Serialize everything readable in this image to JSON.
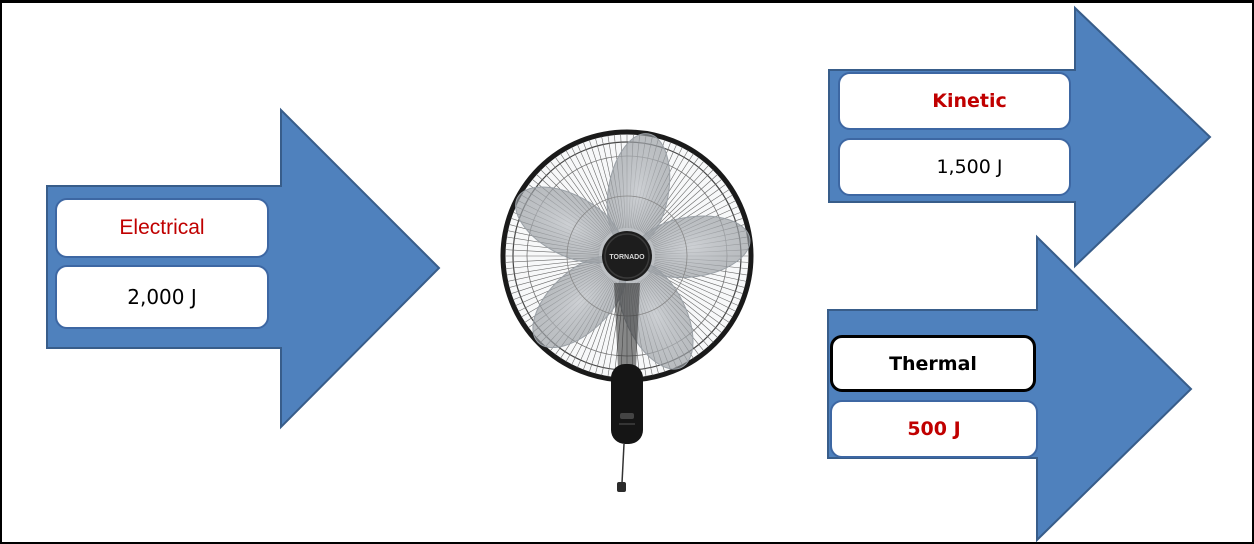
{
  "colors": {
    "arrow_fill": "#4f81bd",
    "arrow_stroke": "#385d8a",
    "red_text": "#c00000",
    "black_text": "#000000"
  },
  "input": {
    "label": "Electrical",
    "value": "2,000 J"
  },
  "outputs": [
    {
      "label": "Kinetic",
      "value": "1,500 J"
    },
    {
      "label": "Thermal",
      "value": "500 J"
    }
  ],
  "device": {
    "icon": "wall-fan-icon",
    "brand": "TORNADO"
  }
}
